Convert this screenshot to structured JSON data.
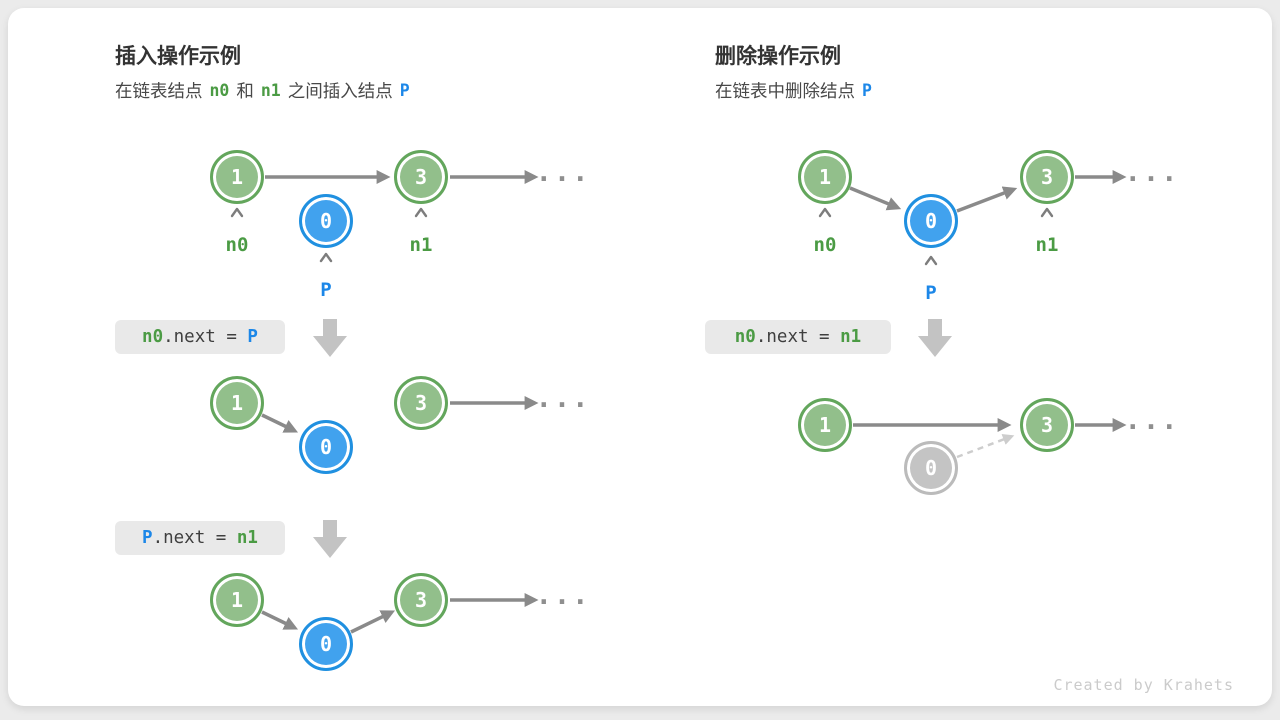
{
  "page": {
    "credit": "Created by Krahets"
  },
  "colors": {
    "node_green_fill": "#92BF8B",
    "node_green_border": "#63A65C",
    "node_blue_fill": "#41A2EE",
    "node_blue_border": "#2090E0",
    "node_gray_fill": "#C4C4C4",
    "node_gray_border": "#BBBBBB",
    "arrow": "#8A8A8A",
    "dashed_arrow": "#CDCDCD",
    "label_green": "#4B9B44",
    "label_blue": "#1C87E8",
    "codebox_bg": "#E9E9E9",
    "block_arrow": "#C3C3C3"
  },
  "insert_panel": {
    "title": "插入操作示例",
    "subtitle": {
      "part1": "在链表结点",
      "n0": "n0",
      "part2": "和",
      "n1": "n1",
      "part3": "之间插入结点",
      "p": "P"
    },
    "rows": {
      "initial": {
        "node1": "1",
        "nodeP": "0",
        "node3": "3",
        "label_n0": "n0",
        "label_n1": "n1",
        "label_p": "P",
        "ellipsis": "..."
      },
      "after1": {
        "node1": "1",
        "nodeP": "0",
        "node3": "3",
        "ellipsis": "..."
      },
      "after2": {
        "node1": "1",
        "nodeP": "0",
        "node3": "3",
        "ellipsis": "..."
      }
    },
    "step1_code": {
      "lhs": "n0",
      "mid": ".next = ",
      "rhs": "P"
    },
    "step2_code": {
      "lhs": "P",
      "mid": ".next = ",
      "rhs": "n1"
    }
  },
  "delete_panel": {
    "title": "删除操作示例",
    "subtitle": {
      "part1": "在链表中删除结点",
      "p": "P"
    },
    "rows": {
      "initial": {
        "node1": "1",
        "nodeP": "0",
        "node3": "3",
        "label_n0": "n0",
        "label_n1": "n1",
        "label_p": "P",
        "ellipsis": "..."
      },
      "after1": {
        "node1": "1",
        "nodeP": "0",
        "node3": "3",
        "ellipsis": "..."
      }
    },
    "step1_code": {
      "lhs": "n0",
      "mid": ".next = ",
      "rhs": "n1"
    }
  }
}
